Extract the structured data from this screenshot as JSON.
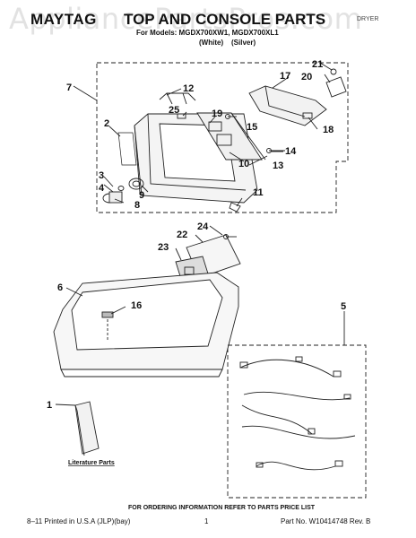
{
  "header": {
    "brand": "MAYTAG",
    "title": "TOP AND CONSOLE PARTS",
    "product": "DRYER",
    "models": "For Models: MGDX700XW1, MGDX700XL1",
    "color_white": "(White)",
    "color_silver": "(Silver)"
  },
  "watermark": "AppliancePartsPros.com",
  "callouts": [
    "1",
    "2",
    "3",
    "4",
    "5",
    "6",
    "7",
    "8",
    "9",
    "10",
    "11",
    "12",
    "13",
    "14",
    "15",
    "16",
    "17",
    "18",
    "19",
    "20",
    "21",
    "22",
    "23",
    "24",
    "25"
  ],
  "literature_label": "Literature Parts",
  "footer": {
    "ordering_info": "FOR ORDERING INFORMATION REFER TO PARTS PRICE LIST",
    "printed": "8–11 Printed in U.S.A (JLP)(bay)",
    "page": "1",
    "part_number": "Part No. W10414748 Rev. B"
  }
}
